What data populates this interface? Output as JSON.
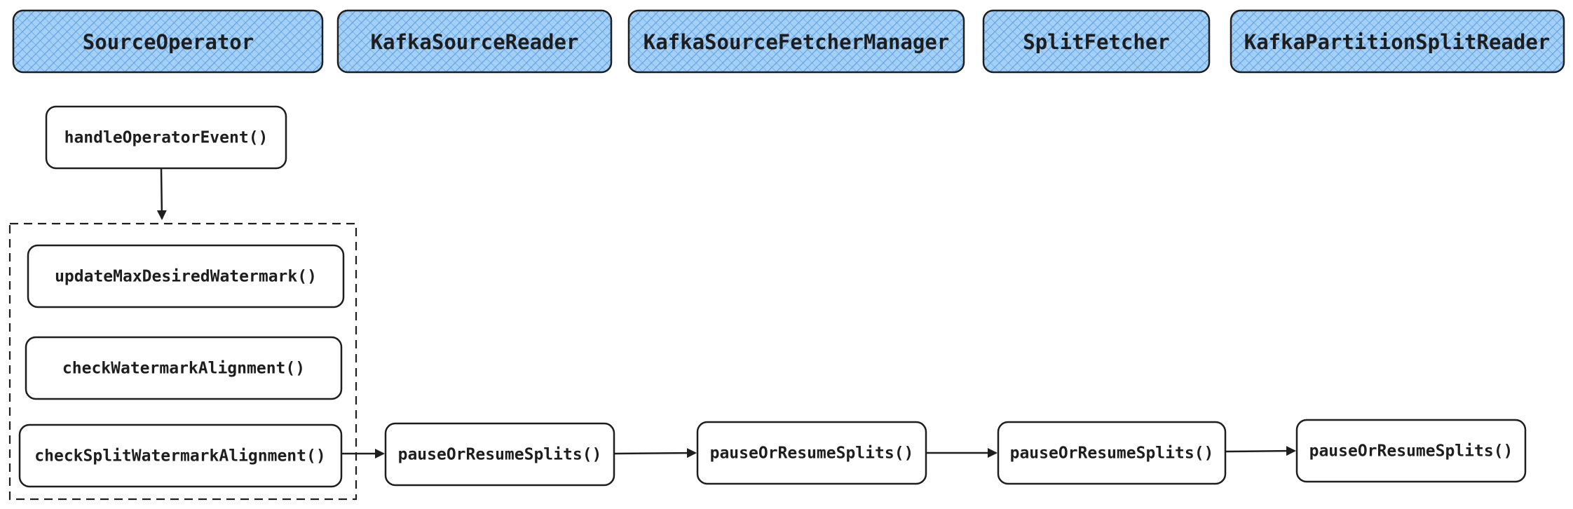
{
  "lanes": [
    {
      "label": "SourceOperator"
    },
    {
      "label": "KafkaSourceReader"
    },
    {
      "label": "KafkaSourceFetcherManager"
    },
    {
      "label": "SplitFetcher"
    },
    {
      "label": "KafkaPartitionSplitReader"
    }
  ],
  "entry": {
    "label": "handleOperatorEvent()"
  },
  "group": [
    {
      "label": "updateMaxDesiredWatermark()"
    },
    {
      "label": "checkWatermarkAlignment()"
    },
    {
      "label": "checkSplitWatermarkAlignment()"
    }
  ],
  "chain": [
    {
      "label": "pauseOrResumeSplits()"
    },
    {
      "label": "pauseOrResumeSplits()"
    },
    {
      "label": "pauseOrResumeSplits()"
    },
    {
      "label": "pauseOrResumeSplits()"
    }
  ],
  "colors": {
    "header_fill": "#a5d0f5",
    "hatch_stroke": "#5a9ee8",
    "stroke": "#1e1e1e",
    "box_fill": "#ffffff"
  },
  "icons": {
    "arrow_head": "triangle-arrowhead"
  }
}
